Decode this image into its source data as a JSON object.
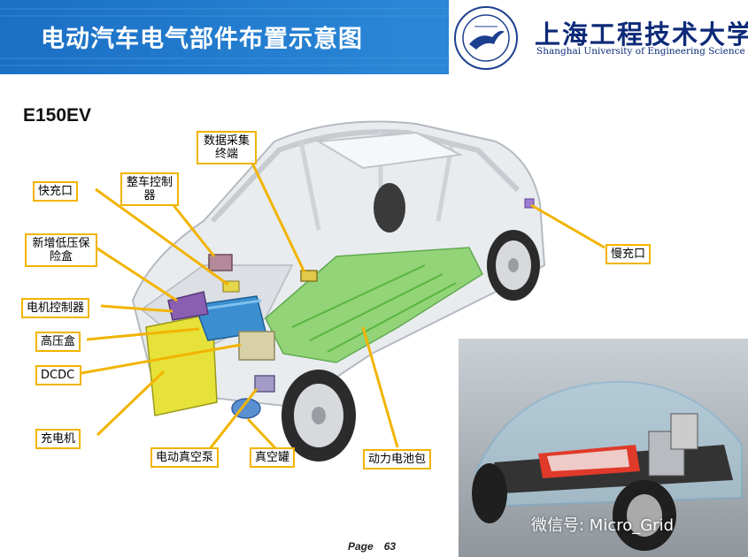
{
  "header": {
    "title": "电动汽车电气部件布置示意图",
    "university_cn": "上海工程技术大学",
    "university_en": "Shanghai University of Engineering Science",
    "bg_color": "#1e73c8"
  },
  "model": "E150EV",
  "labels": {
    "fast_charge": "快充口",
    "vcu": "整车控制器",
    "data_collect": "数据采集终端",
    "low_voltage_box": "新增低压保险盒",
    "motor_controller": "电机控制器",
    "hv_box": "高压盒",
    "dcdc": "DCDC",
    "charger": "充电机",
    "vacuum_pump": "电动真空泵",
    "vacuum_tank": "真空罐",
    "battery_pack": "动力电池包",
    "slow_charge": "慢充口"
  },
  "accent_color": "#f2b400",
  "watermark": "微信号: Micro_Grid",
  "footer": {
    "page_word": "Page",
    "page_number": "63"
  }
}
